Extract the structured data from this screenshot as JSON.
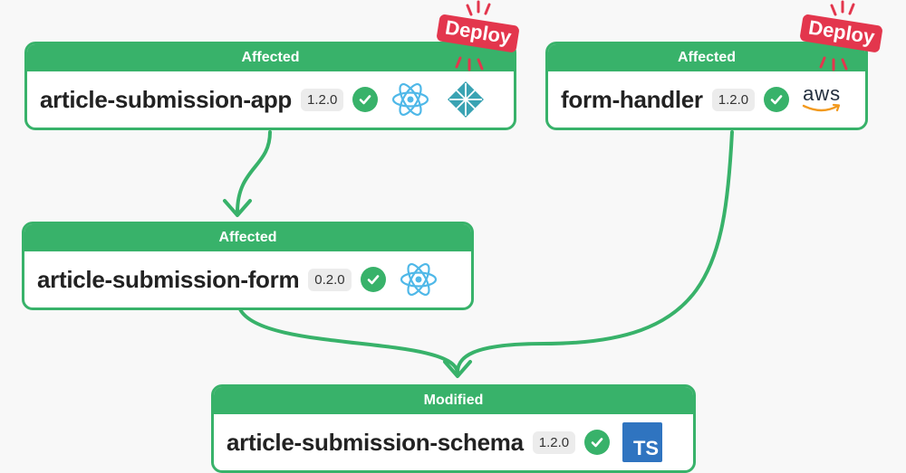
{
  "colors": {
    "accent": "#38b26a",
    "deploy": "#e3364d",
    "react": "#4fb8e8",
    "netlify": "#3aa3b3",
    "ts": "#2f74c0"
  },
  "nodes": {
    "app": {
      "status": "Affected",
      "title": "article-submission-app",
      "version": "1.2.0",
      "deploy": "Deploy",
      "icons": [
        "react-icon",
        "netlify-icon"
      ]
    },
    "handler": {
      "status": "Affected",
      "title": "form-handler",
      "version": "1.2.0",
      "deploy": "Deploy",
      "icons": [
        "aws-icon"
      ],
      "aws_text": "aws"
    },
    "form": {
      "status": "Affected",
      "title": "article-submission-form",
      "version": "0.2.0",
      "icons": [
        "react-icon"
      ]
    },
    "schema": {
      "status": "Modified",
      "title": "article-submission-schema",
      "version": "1.2.0",
      "icons": [
        "typescript-icon"
      ],
      "ts_text": "TS"
    }
  }
}
